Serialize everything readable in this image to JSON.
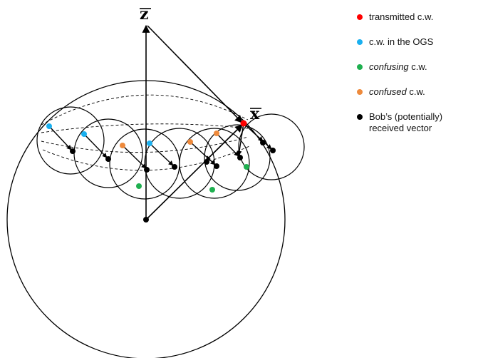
{
  "diagram": {
    "axis_labels": {
      "z": "z",
      "x": "x"
    }
  },
  "legend": {
    "items": [
      {
        "prefix": "transmitted c.w.",
        "italic": "",
        "suffix": "",
        "color": "#ff0000"
      },
      {
        "prefix": "c.w. in the OGS",
        "italic": "",
        "suffix": "",
        "color": "#1ab0f0"
      },
      {
        "prefix": "",
        "italic": "confusing",
        "suffix": " c.w.",
        "color": "#1fb050"
      },
      {
        "prefix": "",
        "italic": "confused",
        "suffix": " c.w.",
        "color": "#ee8a3c"
      },
      {
        "prefix": "Bob’s (potentially) received vector",
        "italic": "",
        "suffix": "",
        "color": "#000000"
      }
    ]
  },
  "colors": {
    "transmitted": "#ff0000",
    "ogs": "#1ab0f0",
    "confusing": "#1fb050",
    "confused": "#ee8a3c",
    "received": "#000000"
  }
}
